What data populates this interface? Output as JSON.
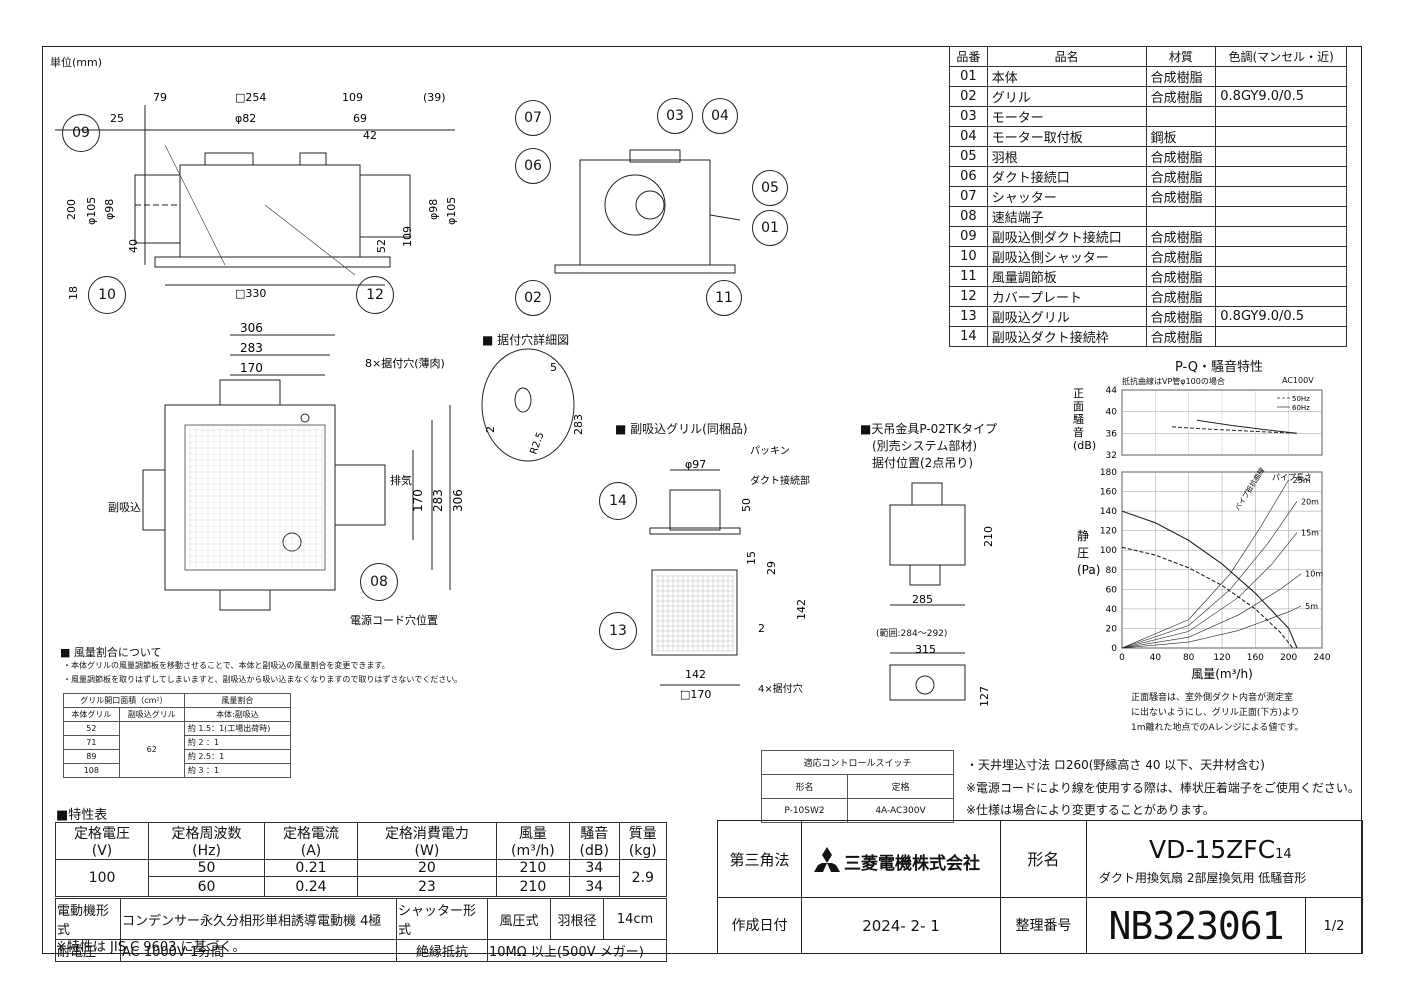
{
  "unit_label": "単位(mm)",
  "parts_table": {
    "headers": [
      "品番",
      "品名",
      "材質",
      "色調(マンセル・近)"
    ],
    "rows": [
      [
        "01",
        "本体",
        "合成樹脂",
        ""
      ],
      [
        "02",
        "グリル",
        "合成樹脂",
        "0.8GY9.0/0.5"
      ],
      [
        "03",
        "モーター",
        "",
        ""
      ],
      [
        "04",
        "モーター取付板",
        "鋼板",
        ""
      ],
      [
        "05",
        "羽根",
        "合成樹脂",
        ""
      ],
      [
        "06",
        "ダクト接続口",
        "合成樹脂",
        ""
      ],
      [
        "07",
        "シャッター",
        "合成樹脂",
        ""
      ],
      [
        "08",
        "速結端子",
        "",
        ""
      ],
      [
        "09",
        "副吸込側ダクト接続口",
        "合成樹脂",
        ""
      ],
      [
        "10",
        "副吸込側シャッター",
        "合成樹脂",
        ""
      ],
      [
        "11",
        "風量調節板",
        "合成樹脂",
        ""
      ],
      [
        "12",
        "カバープレート",
        "合成樹脂",
        ""
      ],
      [
        "13",
        "副吸込グリル",
        "合成樹脂",
        "0.8GY9.0/0.5"
      ],
      [
        "14",
        "副吸込ダクト接続枠",
        "合成樹脂",
        ""
      ]
    ]
  },
  "side_view": {
    "dims": [
      "79",
      "□254",
      "109",
      "(39)",
      "25",
      "φ82",
      "69",
      "42",
      "200",
      "φ105",
      "φ98",
      "φ98",
      "φ105",
      "40",
      "52",
      "109",
      "18",
      "□330"
    ],
    "callouts": [
      "09",
      "10",
      "12"
    ]
  },
  "section_view": {
    "callouts": [
      "07",
      "03",
      "04",
      "06",
      "05",
      "01",
      "02",
      "11"
    ]
  },
  "top_view": {
    "dims": [
      "306",
      "283",
      "170",
      "170",
      "283",
      "306"
    ],
    "labels": {
      "holes": "8×据付穴(薄肉)",
      "exhaust": "排気",
      "sub_inlet": "副吸込",
      "cord_hole": "電源コード穴位置"
    },
    "callouts": [
      "08"
    ]
  },
  "hole_detail": {
    "title": "据付穴詳細図",
    "dims": [
      "5",
      "2",
      "R2.5",
      "283"
    ]
  },
  "sub_grille": {
    "title": "副吸込グリル(同梱品)",
    "labels": {
      "packing": "パッキン",
      "duct": "ダクト接続部",
      "holes": "4×据付穴"
    },
    "dims": [
      "φ97",
      "50",
      "15",
      "29",
      "142",
      "2",
      "142",
      "□170"
    ],
    "callouts": [
      "14",
      "13"
    ]
  },
  "hanger": {
    "title": "天吊金具P-02TKタイプ",
    "subtitle": "(別売システム部材)",
    "note": "据付位置(2点吊り)",
    "dims": [
      "210",
      "285",
      "315",
      "127"
    ],
    "range": "(範囲:284〜292)"
  },
  "chart_data": {
    "type": "line",
    "title": "P-Q・騒音特性",
    "note_top": "抵抗曲線はVP管φ100の場合",
    "power": "AC100V",
    "noise_axis": {
      "label": "騒音(dB)",
      "label_lines": [
        "正",
        "面",
        "騒",
        "音",
        "(dB)"
      ],
      "ticks": [
        32,
        36,
        40,
        44
      ],
      "ylim": [
        32,
        44
      ]
    },
    "pressure_axis": {
      "label": "静圧(Pa)",
      "label_lines": [
        "静",
        "圧",
        "(Pa)"
      ],
      "ticks": [
        0,
        20,
        40,
        60,
        80,
        100,
        120,
        140,
        160,
        180
      ],
      "ylim": [
        0,
        180
      ]
    },
    "x_axis": {
      "label": "風量(m³/h)",
      "ticks": [
        0,
        40,
        80,
        120,
        160,
        200,
        240
      ],
      "xlim": [
        0,
        240
      ]
    },
    "legend": [
      "50Hz",
      "60Hz"
    ],
    "noise_series": [
      {
        "name": "50Hz",
        "style": "dashed",
        "x": [
          60,
          100,
          140,
          180,
          210
        ],
        "y": [
          37.2,
          36.8,
          36.5,
          36.2,
          36.0
        ]
      },
      {
        "name": "60Hz",
        "style": "solid",
        "x": [
          90,
          130,
          170,
          210
        ],
        "y": [
          38.4,
          37.5,
          36.7,
          36.0
        ]
      }
    ],
    "pq_series": [
      {
        "name": "60Hz",
        "style": "solid",
        "x": [
          0,
          40,
          80,
          120,
          160,
          200,
          210
        ],
        "y": [
          140,
          128,
          110,
          86,
          56,
          20,
          0
        ]
      },
      {
        "name": "50Hz",
        "style": "dashed",
        "x": [
          0,
          40,
          80,
          120,
          160,
          190,
          205
        ],
        "y": [
          103,
          95,
          82,
          64,
          40,
          16,
          0
        ]
      }
    ],
    "resistance_curves": [
      {
        "name": "5m",
        "x": [
          0,
          80,
          140,
          200,
          215
        ],
        "y": [
          0,
          6,
          18,
          37,
          43
        ]
      },
      {
        "name": "10m",
        "x": [
          0,
          80,
          140,
          190,
          215
        ],
        "y": [
          0,
          11,
          34,
          60,
          76
        ]
      },
      {
        "name": "15m",
        "x": [
          0,
          80,
          140,
          180,
          210
        ],
        "y": [
          0,
          17,
          52,
          86,
          118
        ]
      },
      {
        "name": "20m",
        "x": [
          0,
          80,
          130,
          175,
          210
        ],
        "y": [
          0,
          23,
          60,
          107,
          150
        ]
      },
      {
        "name": "25m",
        "x": [
          0,
          80,
          130,
          165,
          200
        ],
        "y": [
          0,
          29,
          76,
          122,
          172
        ]
      }
    ],
    "pipe_label": "パイプ長さ",
    "pipe_curve_label": "パイプ抵抗曲線",
    "footnote": [
      "正面騒音は、室外側ダクト内音が測定室",
      "に出ないようにし、グリル正面(下方)より",
      "1m離れた地点でのAレンジによる値です。"
    ]
  },
  "airflow_ratio": {
    "title": "■ 風量割合について",
    "notes": [
      "・本体グリルの風量調節板を移動させることで、本体と副吸込の風量割合を変更できます。",
      "・風量調節板を取りはずしてしまいますと、副吸込から吸い込まなくなりますので取りはずさないでください。"
    ],
    "header1": "グリル開口面積（cm²）",
    "header2": "風量割合",
    "sub_headers": [
      "本体グリル",
      "副吸込グリル",
      "本体:副吸込"
    ],
    "rows": [
      [
        "52",
        "約 1.5：1(工場出荷時)"
      ],
      [
        "71",
        "約 2 ：1"
      ],
      [
        "89",
        "約 2.5：1"
      ],
      [
        "108",
        "約 3 ：1"
      ]
    ],
    "sub_value": "62"
  },
  "specs": {
    "title": "■特性表",
    "headers": [
      [
        "定格電圧",
        "(V)"
      ],
      [
        "定格周波数",
        "(Hz)"
      ],
      [
        "定格電流",
        "(A)"
      ],
      [
        "定格消費電力",
        "(W)"
      ],
      [
        "風量",
        "(m³/h)"
      ],
      [
        "騒音",
        "(dB)"
      ],
      [
        "質量",
        "(kg)"
      ]
    ],
    "voltage": "100",
    "rows": [
      [
        "50",
        "0.21",
        "20",
        "210",
        "34"
      ],
      [
        "60",
        "0.24",
        "23",
        "210",
        "34"
      ]
    ],
    "mass": "2.9",
    "motor_label": "電動機形式",
    "motor_value": "コンデンサー永久分相形単相誘導電動機 4極",
    "shutter_label": "シャッター形式",
    "shutter_value": "風圧式",
    "blade_label": "羽根径",
    "blade_value": "14cm",
    "voltage_test_label": "耐電圧",
    "voltage_test_value": "AC 1000V 1分間",
    "insulation_label": "絶縁抵抗",
    "insulation_value": "10MΩ 以上(500V メガー)",
    "footnote": "※特性は JIS C 9603 に基づく。"
  },
  "control_switch": {
    "title": "適応コントロールスイッチ",
    "headers": [
      "形名",
      "定格"
    ],
    "row": [
      "P-10SW2",
      "4A-AC300V"
    ]
  },
  "notes": [
    "・天井埋込寸法 ロ260(野縁高さ 40 以下、天井材含む)",
    "※電源コードにより線を使用する際は、棒状圧着端子をご使用ください。",
    "※仕様は場合により変更することがあります。"
  ],
  "title_block": {
    "projection": "第三角法",
    "company": "三菱電機株式会社",
    "model_label": "形名",
    "model": "VD-15ZFC",
    "model_suffix": "14",
    "description": "ダクト用換気扇 2部屋換気用 低騒音形",
    "date_label": "作成日付",
    "date": "2024- 2- 1",
    "number_label": "整理番号",
    "number": "NB323061",
    "page": "1/2"
  }
}
